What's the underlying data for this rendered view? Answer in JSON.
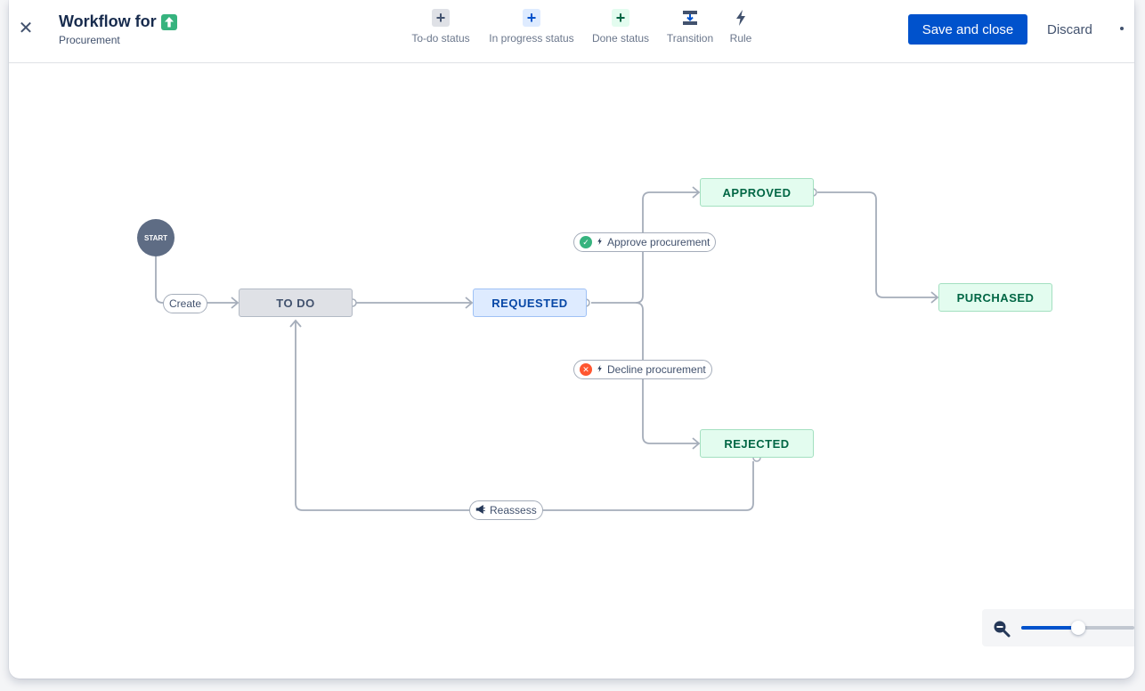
{
  "header": {
    "title": "Workflow for",
    "subtitle": "Procurement"
  },
  "toolbar": {
    "todo_label": "To-do status",
    "inprogress_label": "In progress status",
    "done_label": "Done status",
    "transition_label": "Transition",
    "rule_label": "Rule"
  },
  "actions": {
    "save_label": "Save and close",
    "discard_label": "Discard"
  },
  "workflow": {
    "start_label": "START",
    "statuses": {
      "todo": "TO DO",
      "requested": "REQUESTED",
      "approved": "APPROVED",
      "rejected": "REJECTED",
      "purchased": "PURCHASED"
    },
    "transitions": {
      "create": "Create",
      "approve": "Approve procurement",
      "decline": "Decline procurement",
      "reassess": "Reassess"
    }
  },
  "zoom": {
    "level": 0.5
  },
  "colors": {
    "primary": "#0052cc",
    "todo": "#dfe1e6",
    "inprogress": "#deebff",
    "done": "#e3fcef",
    "approve": "#36b37e",
    "decline": "#ff5630"
  }
}
